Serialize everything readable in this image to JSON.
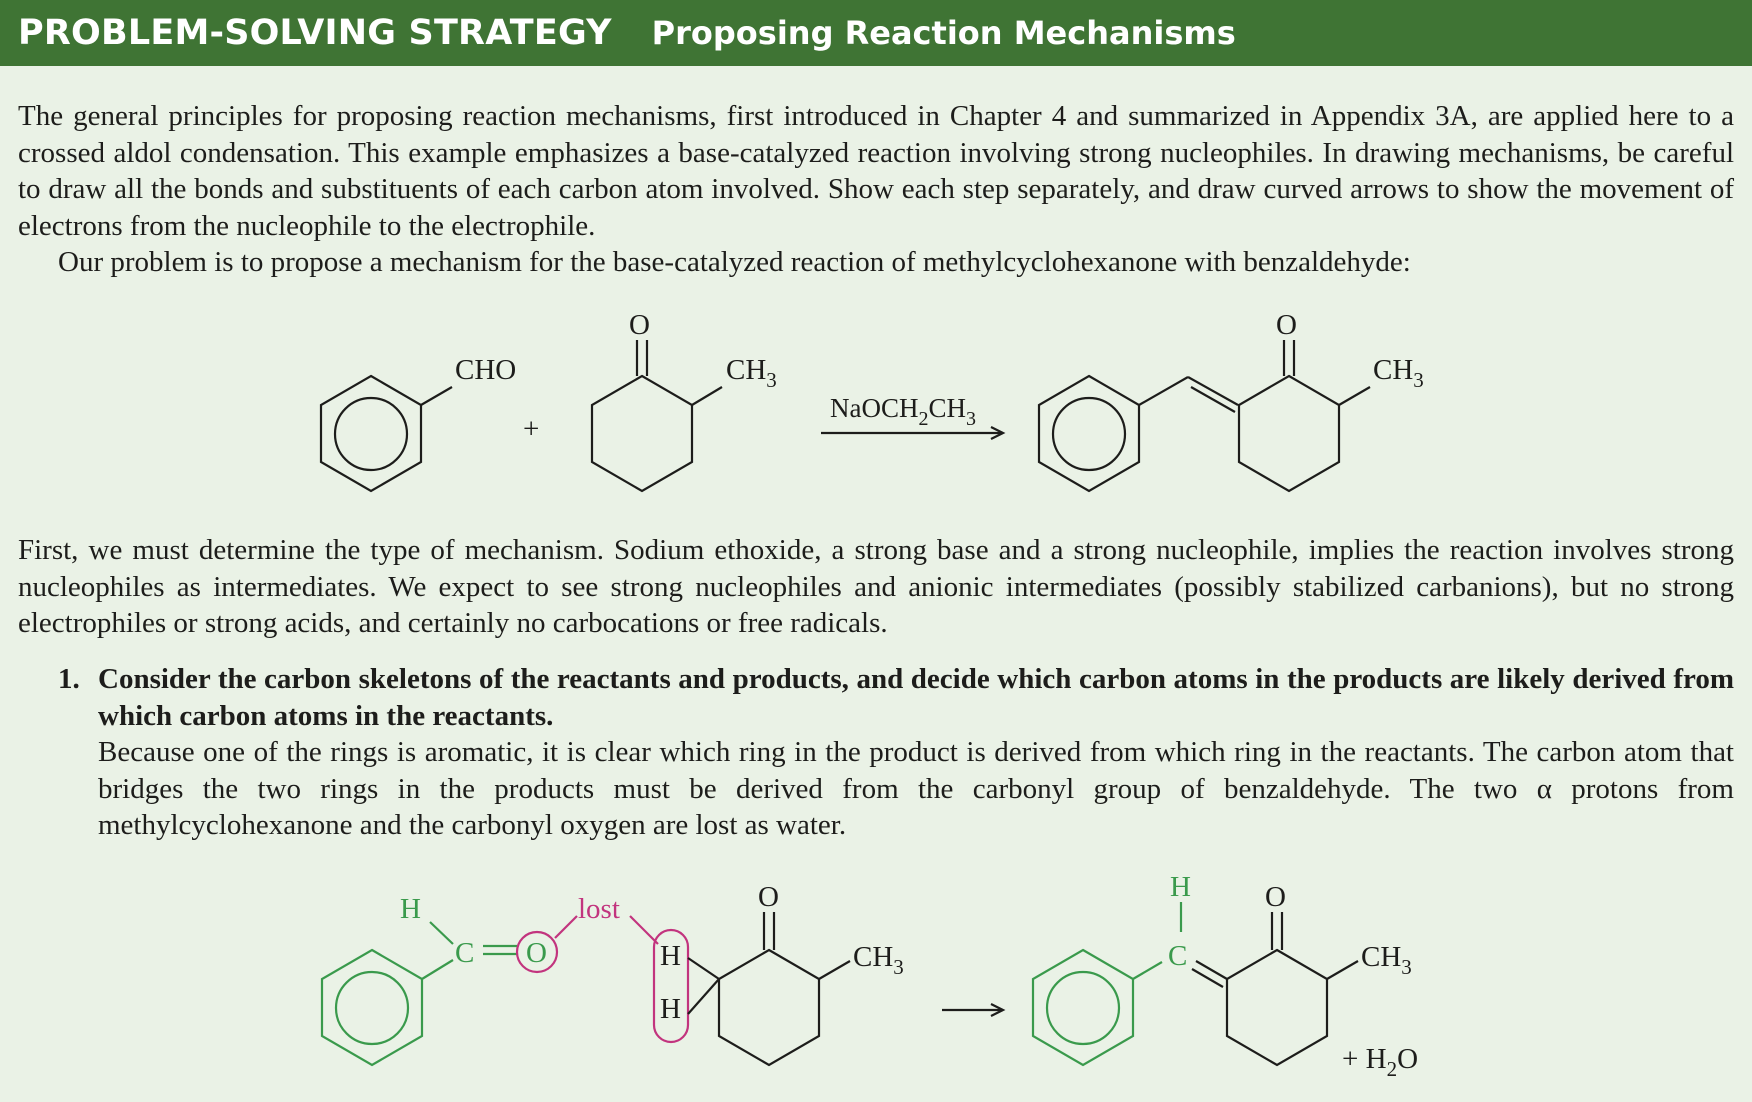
{
  "header": {
    "strategy": "PROBLEM-SOLVING STRATEGY",
    "title": "Proposing Reaction Mechanisms"
  },
  "intro": {
    "p1": "The general principles for proposing reaction mechanisms, first introduced in Chapter 4 and summarized in Appendix 3A, are applied here to a crossed aldol condensation. This example emphasizes a base-catalyzed reaction involving strong nucleophiles. In drawing mechanisms, be careful to draw all the bonds and substituents of each carbon atom involved. Show each step separately, and draw curved arrows to show the movement of electrons from the nucleophile to the electrophile.",
    "p2": "Our problem is to propose a mechanism for the base-catalyzed reaction of methylcyclohexanone with benzaldehyde:"
  },
  "reaction1": {
    "cho": "CHO",
    "plus": "+",
    "oxygen": "O",
    "ch3": "CH",
    "sub3": "3",
    "reagent_a": "NaOCH",
    "reagent_sub2": "2",
    "reagent_b": "CH",
    "reagent_sub3": "3",
    "product_oxygen": "O",
    "product_ch3": "CH",
    "product_sub3": "3"
  },
  "mechanism_intro": "First, we must determine the type of mechanism. Sodium ethoxide, a strong base and a strong nucleophile, implies the reaction involves strong nucleophiles as intermediates. We expect to see strong nucleophiles and anionic intermediates (possibly stabilized carbanions), but no strong electrophiles or strong acids, and certainly no carbocations or free radicals.",
  "step1": {
    "number": "1.",
    "heading": "Consider the carbon skeletons of the reactants and products, and decide which carbon atoms in the products are likely derived from which carbon atoms in the reactants.",
    "body": "Because one of the rings is aromatic, it is clear which ring in the product is derived from which ring in the reactants. The carbon atom that bridges the two rings in the products must be derived from the carbonyl group of benzaldehyde. The two α protons from methylcyclohexanone and the carbonyl oxygen are lost as water."
  },
  "reaction2": {
    "h_label": "H",
    "c_label": "C",
    "o_label": "O",
    "lost_label": "lost",
    "h_top": "H",
    "h_bottom": "H",
    "ketone_oxygen": "O",
    "ch3": "CH",
    "sub3": "3",
    "product_h": "H",
    "product_c": "C",
    "product_oxygen": "O",
    "product_ch3": "CH",
    "product_sub3": "3",
    "water_prefix": "+ H",
    "water_sub": "2",
    "water_suffix": "O"
  },
  "colors": {
    "header_green": "#3f7434",
    "background": "#eaf2e6",
    "structure_green": "#3a9a4c",
    "highlight_magenta": "#c2347e",
    "text_dark": "#1d1d1b"
  }
}
